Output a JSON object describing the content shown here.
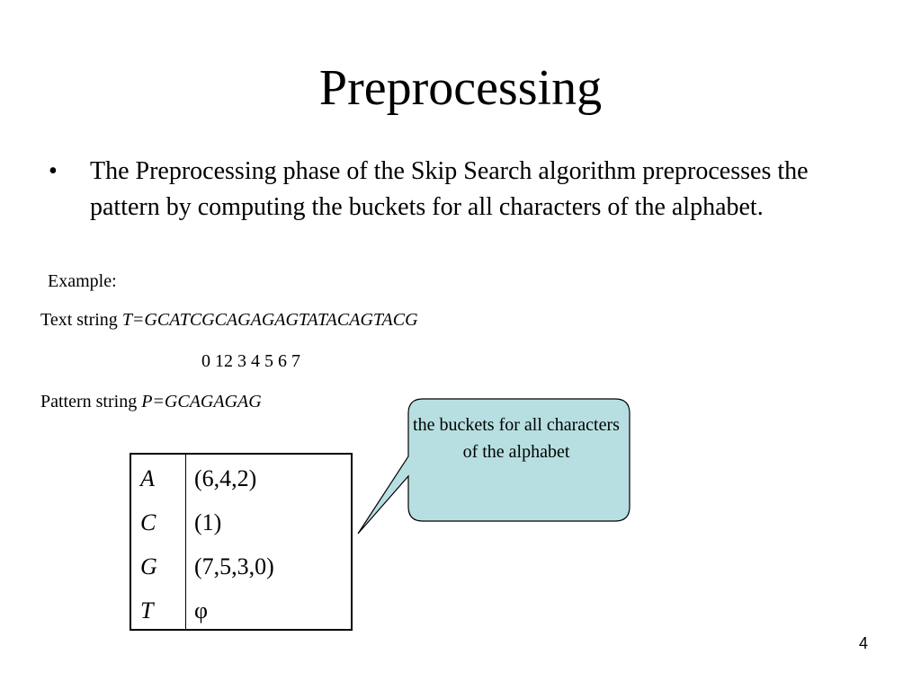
{
  "slide": {
    "title": "Preprocessing",
    "bullet_symbol": "•",
    "bullet_text": "The Preprocessing phase of the Skip Search algorithm preprocesses the pattern by computing the buckets for all characters of the alphabet.",
    "example_label": "Example:",
    "text_string_label": "Text string ",
    "text_string_value": "T=GCATCGCAGAGAGTATACAGTACG",
    "indices": "0 12 3 4 5 6 7",
    "pattern_string_label": "Pattern string ",
    "pattern_string_value": "P=GCAGAGAG",
    "buckets": [
      {
        "char": "A",
        "values": "(6,4,2)"
      },
      {
        "char": "C",
        "values": "(1)"
      },
      {
        "char": "G",
        "values": "(7,5,3,0)"
      },
      {
        "char": "T",
        "values": "φ"
      }
    ],
    "callout_text": "the buckets for all characters of the alphabet",
    "callout_fill": "#b7dfe1",
    "page_number": "4"
  }
}
